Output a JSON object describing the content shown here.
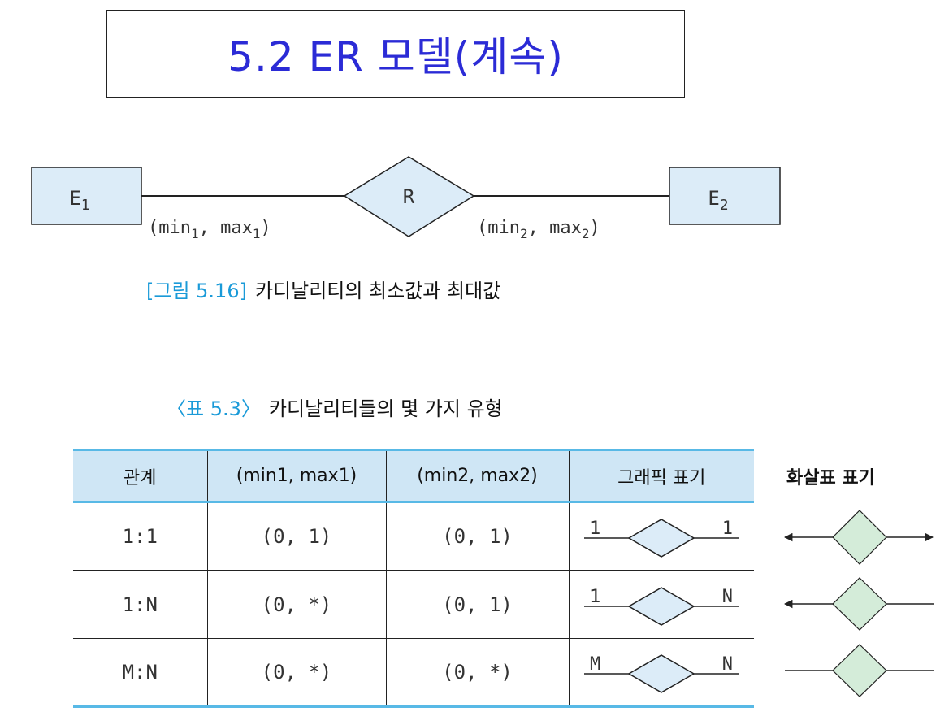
{
  "title": "5.2 ER 모델(계속)",
  "diagram": {
    "entity1": "E",
    "entity1_sub": "1",
    "relationship": "R",
    "entity2": "E",
    "entity2_sub": "2",
    "card1": {
      "open": "(min",
      "sub1": "1",
      "mid": ", max",
      "sub2": "1",
      "close": ")"
    },
    "card2": {
      "open": "(min",
      "sub1": "2",
      "mid": ", max",
      "sub2": "2",
      "close": ")"
    }
  },
  "figure_caption": {
    "label": "[그림 5.16]",
    "text": "카디날리티의 최소값과 최대값"
  },
  "table_caption": {
    "label": "〈표 5.3〉",
    "text": "카디날리티들의 몇 가지 유형"
  },
  "table": {
    "headers": [
      "관계",
      "(min1, max1)",
      "(min2, max2)",
      "그래픽 표기"
    ],
    "rows": [
      {
        "relation": "1:1",
        "c1": "(0, 1)",
        "c2": "(0, 1)",
        "left": "1",
        "right": "1"
      },
      {
        "relation": "1:N",
        "c1": "(0, *)",
        "c2": "(0, 1)",
        "left": "1",
        "right": "N"
      },
      {
        "relation": "M:N",
        "c1": "(0, *)",
        "c2": "(0, *)",
        "left": "M",
        "right": "N"
      }
    ]
  },
  "arrow_header": "화살표 표기",
  "colors": {
    "title": "#2b2bd6",
    "caption_label": "#1a9ad8",
    "entity_fill": "#dcecf8",
    "header_fill": "#cfe6f5",
    "arrow_diamond_fill": "#d4ecd9"
  }
}
